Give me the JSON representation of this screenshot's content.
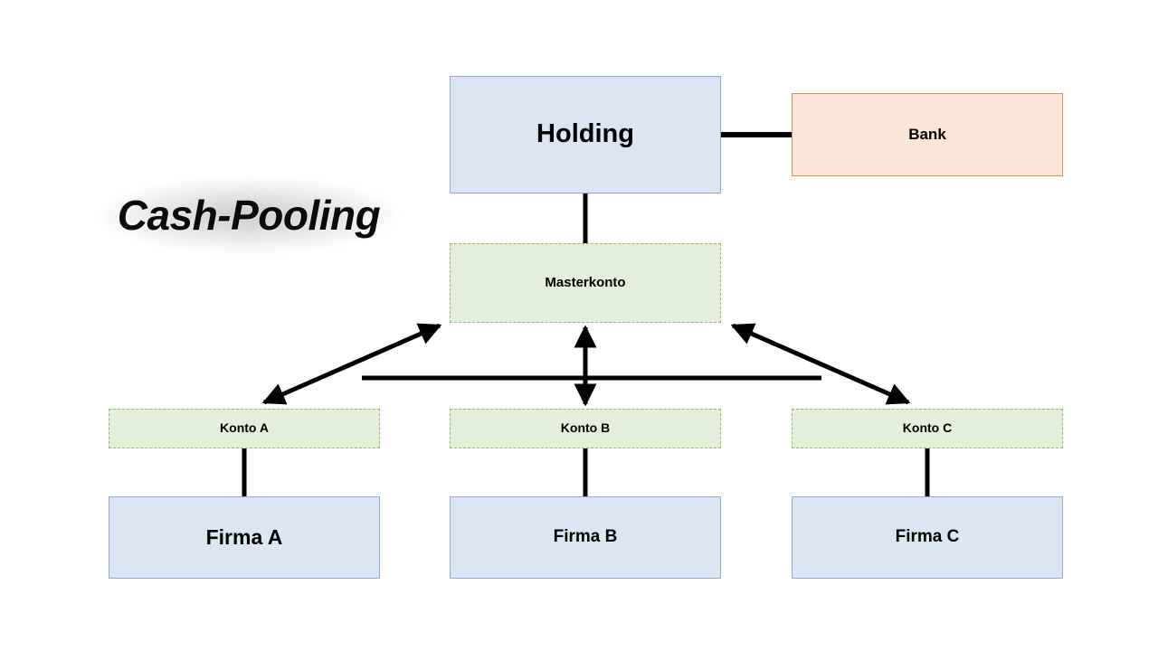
{
  "diagram": {
    "title": "Cash-Pooling",
    "nodes": {
      "holding": {
        "label": "Holding",
        "type": "company",
        "fill": "#dce6f2",
        "border": "#8eaadb"
      },
      "bank": {
        "label": "Bank",
        "type": "bank",
        "fill": "#fce4d6",
        "border": "#dd8f50"
      },
      "masterkonto": {
        "label": "Masterkonto",
        "type": "account",
        "fill": "#e3efda",
        "border": "#9bbb59"
      },
      "konto_a": {
        "label": "Konto  A",
        "type": "account",
        "fill": "#e3efda",
        "border": "#9bbb59"
      },
      "konto_b": {
        "label": "Konto  B",
        "type": "account",
        "fill": "#e3efda",
        "border": "#9bbb59"
      },
      "konto_c": {
        "label": "Konto  C",
        "type": "account",
        "fill": "#e3efda",
        "border": "#9bbb59"
      },
      "firma_a": {
        "label": "Firma A",
        "type": "company",
        "fill": "#dce6f2",
        "border": "#8eaadb"
      },
      "firma_b": {
        "label": "Firma B",
        "type": "company",
        "fill": "#dce6f2",
        "border": "#8eaadb"
      },
      "firma_c": {
        "label": "Firma C",
        "type": "company",
        "fill": "#dce6f2",
        "border": "#8eaadb"
      }
    },
    "connectors": [
      {
        "name": "holding-to-bank",
        "from": "holding",
        "to": "bank",
        "style": "solid-line",
        "arrows": "none"
      },
      {
        "name": "holding-to-masterkonto",
        "from": "holding",
        "to": "masterkonto",
        "style": "solid-line",
        "arrows": "none"
      },
      {
        "name": "masterkonto-to-konto-a",
        "from": "masterkonto",
        "to": "konto_a",
        "style": "solid-line",
        "arrows": "both"
      },
      {
        "name": "masterkonto-to-konto-b",
        "from": "masterkonto",
        "to": "konto_b",
        "style": "solid-line",
        "arrows": "both"
      },
      {
        "name": "masterkonto-to-konto-c",
        "from": "masterkonto",
        "to": "konto_c",
        "style": "solid-line",
        "arrows": "both"
      },
      {
        "name": "pool-bus-line",
        "from": "konto_a",
        "to": "konto_c",
        "style": "solid-line",
        "arrows": "none"
      },
      {
        "name": "konto-a-to-firma-a",
        "from": "konto_a",
        "to": "firma_a",
        "style": "solid-line",
        "arrows": "none"
      },
      {
        "name": "konto-b-to-firma-b",
        "from": "konto_b",
        "to": "firma_b",
        "style": "solid-line",
        "arrows": "none"
      },
      {
        "name": "konto-c-to-firma-c",
        "from": "konto_c",
        "to": "firma_c",
        "style": "solid-line",
        "arrows": "none"
      }
    ],
    "colors": {
      "background": "#ffffff",
      "line": "#000000",
      "text": "#000000"
    }
  }
}
